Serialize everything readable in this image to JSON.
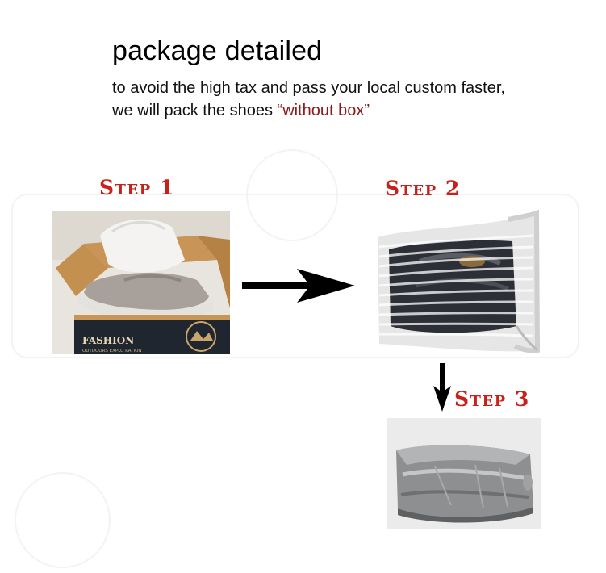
{
  "header": {
    "title": "package detailed",
    "line1": "to avoid the  high tax and pass your local custom faster,",
    "line2_prefix": "we will pack the shoes ",
    "line2_highlight": "“without box”"
  },
  "steps": [
    {
      "label": "Step 1"
    },
    {
      "label": "Step 2"
    },
    {
      "label": "Step 3"
    }
  ],
  "box_print": {
    "brand": "FASHION",
    "tagline": "OUTDOORS EXPLO RATION"
  },
  "colors": {
    "step_red": "#c8211b",
    "highlight_red": "#8b1a1a",
    "arrow": "#000000"
  }
}
